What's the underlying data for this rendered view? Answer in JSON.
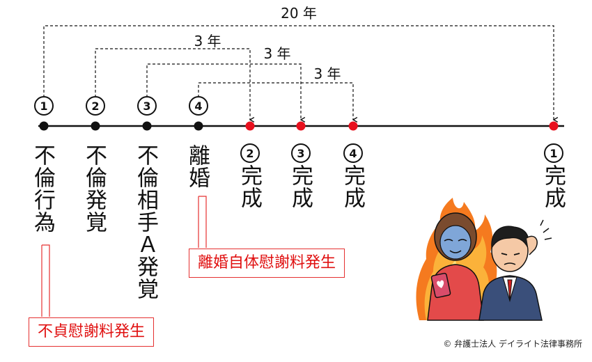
{
  "spans": [
    {
      "label": "20 年"
    },
    {
      "label": "3 年"
    },
    {
      "label": "3 年"
    },
    {
      "label": "3 年"
    }
  ],
  "upper_events": [
    {
      "num": "1",
      "label": "不倫行為"
    },
    {
      "num": "2",
      "label": "不倫発覚"
    },
    {
      "num": "3",
      "label": "不倫相手Ａ発覚"
    },
    {
      "num": "4",
      "label": "離婚"
    }
  ],
  "completions": [
    {
      "num": "2",
      "label": "完成"
    },
    {
      "num": "3",
      "label": "完成"
    },
    {
      "num": "4",
      "label": "完成"
    },
    {
      "num": "1",
      "label": "完成"
    }
  ],
  "callouts": {
    "divorce": "離婚自体慰謝料発生",
    "affair": "不貞慰謝料発生"
  },
  "copyright": "© 弁護士法人 デイライト法律事務所",
  "colors": {
    "event_dot": "#111111",
    "completion_dot": "#e8101e",
    "callout": "#e01010",
    "timeline": "#111111"
  },
  "illustration": {
    "description_icons": [
      "flame-icon",
      "woman-with-phone",
      "distressed-man",
      "heart-icon"
    ]
  }
}
